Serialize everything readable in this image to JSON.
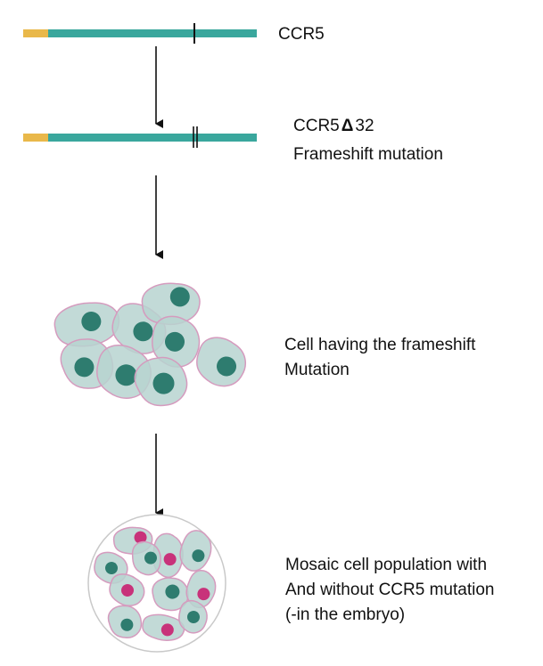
{
  "colors": {
    "gene_body": "#3aa79d",
    "gene_start": "#e9b84a",
    "cell_fill": "#b7d3d0",
    "cell_outline": "#d59bbe",
    "nucleus_normal": "#2e7c6f",
    "nucleus_mutant": "#c8327a",
    "arrow": "#111111"
  },
  "steps": {
    "gene_label": "CCR5",
    "mutant_gene_prefix": "CCR5",
    "mutant_gene_delta": "Δ",
    "mutant_gene_suffix": "32",
    "mutation_type": "Frameshift mutation",
    "cells_line1": "Cell having the frameshift",
    "cells_line2": "Mutation",
    "mosaic_line1": "Mosaic cell population with",
    "mosaic_line2": "And without CCR5 mutation",
    "mosaic_line3": "(-in the embryo)"
  }
}
